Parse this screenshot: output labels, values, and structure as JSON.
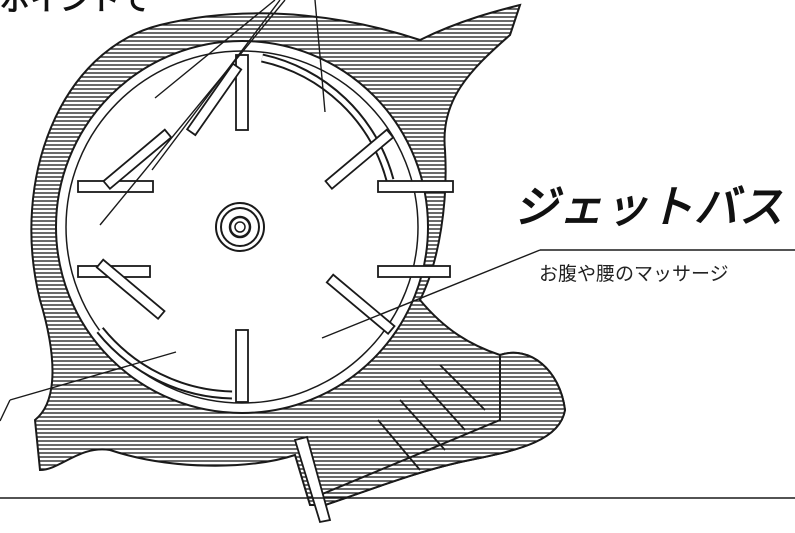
{
  "labels": {
    "top_partial": "ポイントで",
    "jet_bath": {
      "title": "ジェットバス",
      "description": "お腹や腰のマッサージ"
    }
  },
  "colors": {
    "ink": "#111111",
    "paper": "#ffffff"
  }
}
